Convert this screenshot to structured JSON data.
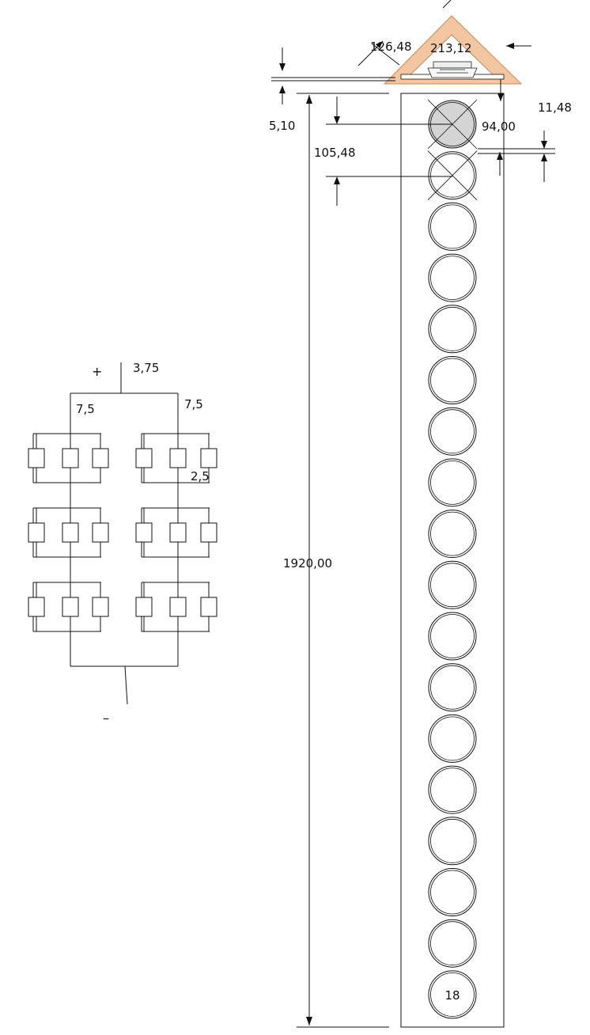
{
  "drawing": {
    "dimensions": {
      "roof_slant": "126,48",
      "roof_width": "213,12",
      "board_thickness": "5,10",
      "gap_small": "11,48",
      "driver_diameter": "94,00",
      "driver_pitch": "105,48",
      "column_height": "1920,00"
    },
    "column": {
      "driver_count": 18,
      "last_driver_label": "18"
    },
    "wiring": {
      "plus": "+",
      "minus": "–",
      "total_impedance": "3,75",
      "left_branch": "7,5",
      "right_branch": "7,5",
      "unit_impedance": "2,5"
    },
    "colors": {
      "roof": "#f2c6a0",
      "roof_stroke": "#c98a5a",
      "highlight_driver": "#d4d4d4",
      "line": "#111111"
    }
  }
}
